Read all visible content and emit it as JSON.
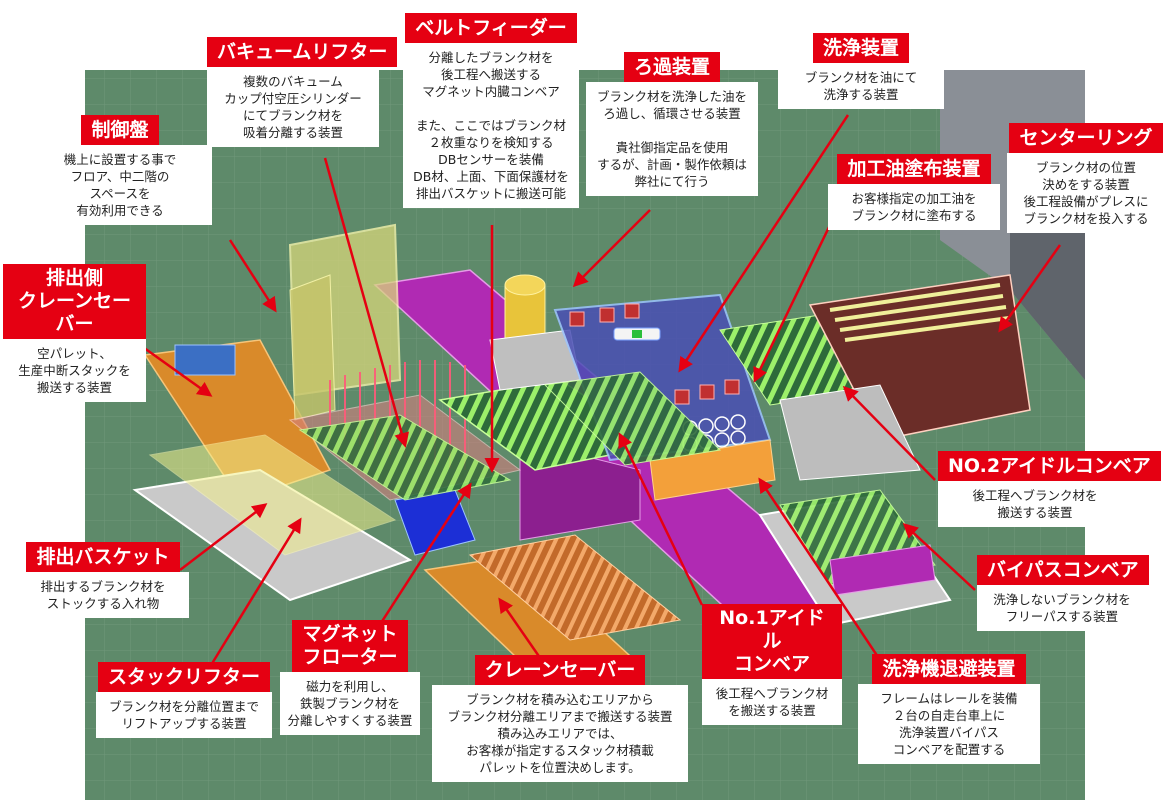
{
  "callouts": {
    "vacuum_lifter": {
      "title": "バキュームリフター",
      "desc": "複数のバキューム\nカップ付空圧シリンダー\nにてブランク材を\n吸着分離する装置"
    },
    "belt_feeder": {
      "title": "ベルトフィーダー",
      "desc": "分離したブランク材を\n後工程へ搬送する\nマグネット内臓コンベア\n\nまた、ここではブランク材\n２枚重なりを検知する\nDBセンサーを装備\nDB材、上面、下面保護材を\n排出バスケットに搬送可能"
    },
    "filter": {
      "title": "ろ過装置",
      "desc": "ブランク材を洗浄した油を\nろ過し、循環させる装置\n\n貴社御指定品を使用\nするが、計画・製作依頼は\n弊社にて行う"
    },
    "washer": {
      "title": "洗浄装置",
      "desc": "ブランク材を油にて\n洗浄する装置"
    },
    "control_panel": {
      "title": "制御盤",
      "desc": "機上に設置する事で\nフロア、中二階の\nスペースを\n有効利用できる"
    },
    "oil_coater": {
      "title": "加工油塗布装置",
      "desc": "お客様指定の加工油を\nブランク材に塗布する"
    },
    "centering": {
      "title": "センターリング",
      "desc": "ブランク材の位置\n決めをする装置\n後工程設備がプレスに\nブランク材を投入する"
    },
    "exit_crane_saver": {
      "title": "排出側\nクレーンセーバー",
      "desc": "空パレット、\n生産中断スタックを\n搬送する装置"
    },
    "idle_conveyor_2": {
      "title": "NO.2アイドルコンベア",
      "desc": "後工程へブランク材を\n搬送する装置"
    },
    "discharge_basket": {
      "title": "排出バスケット",
      "desc": "排出するブランク材を\nストックする入れ物"
    },
    "bypass_conveyor": {
      "title": "バイパスコンベア",
      "desc": "洗浄しないブランク材を\nフリーパスする装置"
    },
    "magnet_floater": {
      "title": "マグネット\nフローター",
      "desc": "磁力を利用し、\n鉄製ブランク材を\n分離しやすくする装置"
    },
    "idle_conveyor_1": {
      "title": "No.1アイドル\nコンベア",
      "desc": "後工程へブランク材\nを搬送する装置"
    },
    "stack_lifter": {
      "title": "スタックリフター",
      "desc": "ブランク材を分離位置まで\nリフトアップする装置"
    },
    "crane_saver": {
      "title": "クレーンセーバー",
      "desc": "ブランク材を積み込むエリアから\nブランク材分離エリアまで搬送する装置\n積み込みエリアでは、\nお客様が指定するスタック材積載\nパレットを位置決めします。"
    },
    "washer_retract": {
      "title": "洗浄機退避装置",
      "desc": "フレームはレールを装備\n２台の自走台車上に\n洗浄装置バイパス\nコンベアを配置する"
    }
  },
  "colors": {
    "floor": "#5e8a6a",
    "label_red": "#e50012",
    "arrow_red": "#e50012",
    "magenta": "#b02ab3",
    "orange": "#f2a33a",
    "yellow": "#e8e26a",
    "green_roller": "#9cf06a"
  }
}
